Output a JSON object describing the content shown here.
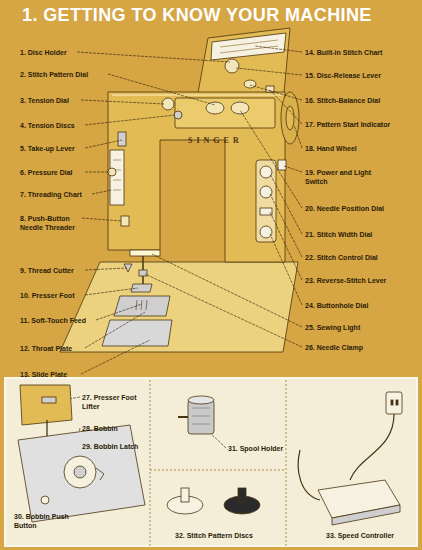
{
  "diagram": {
    "title": "1. GETTING TO KNOW YOUR MACHINE",
    "labels": [
      "1. Disc Holder",
      "2. Stitch Pattern Dial",
      "3. Tension Dial",
      "4. Tension Discs",
      "5. Take-up Lever",
      "6. Pressure Dial",
      "7. Threading Chart",
      "8. Push-Button Needle Threader",
      "9. Thread Cutter",
      "10. Presser Foot",
      "11. Soft-Touch Feed",
      "12. Throat Plate",
      "13. Slide Plate",
      "14. Built-in Stitch Chart",
      "15. Disc-Release Lever",
      "16. Stitch-Balance Dial",
      "17. Pattern Start Indicator",
      "18. Hand Wheel",
      "19. Power and Light Switch",
      "20. Needle Position Dial",
      "21. Stitch Width Dial",
      "22. Stitch Control Dial",
      "23. Reverse-Stitch Lever",
      "24. Buttonhole Dial",
      "25. Sewing Light",
      "26. Needle Clamp",
      "27. Presser Foot Lifter",
      "28. Bobbin",
      "29. Bobbin Latch",
      "30. Bobbin Push Button",
      "31. Spool Holder",
      "32. Stitch Pattern Discs",
      "33. Speed Controller",
      "SINGER"
    ]
  }
}
